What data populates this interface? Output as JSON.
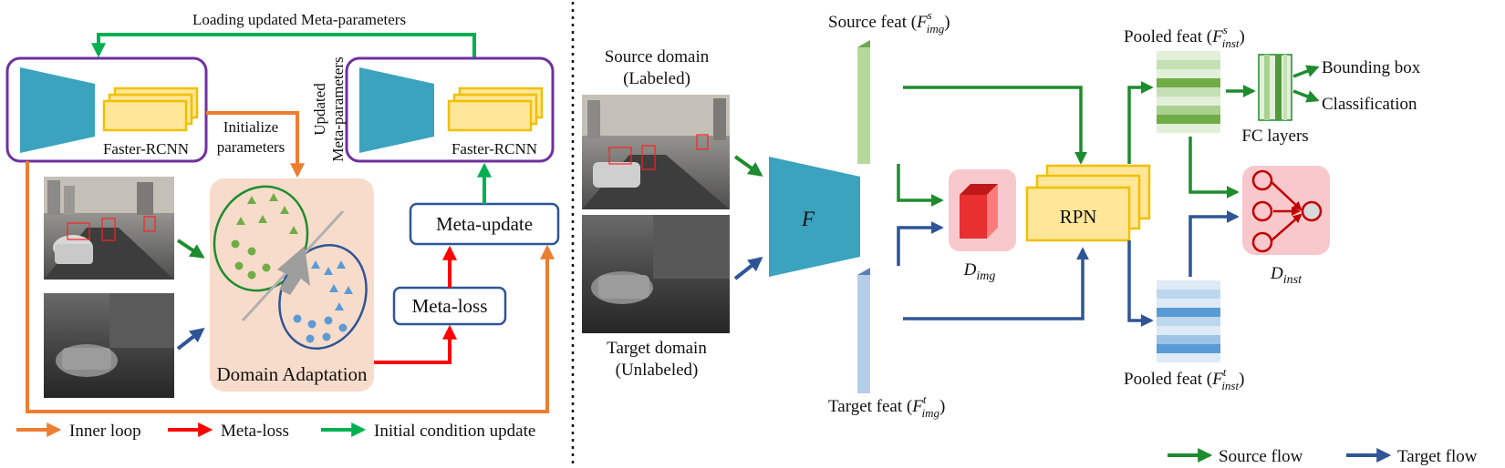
{
  "left": {
    "top_arrow_label": "Loading updated Meta-parameters",
    "frcnn_left_label": "Faster-RCNN",
    "frcnn_right_label": "Faster-RCNN",
    "initialize_line1": "Initialize",
    "initialize_line2": "parameters",
    "updated_line1": "Updated",
    "updated_line2": "Meta-parameters",
    "domain_adaptation_label": "Domain Adaptation",
    "meta_update_label": "Meta-update",
    "meta_loss_label": "Meta-loss",
    "legend": [
      {
        "label": "Inner loop",
        "color": "#ed7d31"
      },
      {
        "label": "Meta-loss",
        "color": "#ff0000"
      },
      {
        "label": "Initial condition update",
        "color": "#00b050"
      }
    ]
  },
  "right": {
    "source_domain_line1": "Source domain",
    "source_domain_line2": "(Labeled)",
    "target_domain_line1": "Target domain",
    "target_domain_line2": "(Unlabeled)",
    "backbone_label": "F",
    "source_feat_label": "Source feat (",
    "source_feat_sym": "F",
    "source_feat_sup": "s",
    "source_feat_sub": "img",
    "target_feat_label": "Target feat (",
    "target_feat_sym": "F",
    "target_feat_sup": "t",
    "target_feat_sub": "img",
    "d_img_sym": "D",
    "d_img_sub": "img",
    "rpn_label": "RPN",
    "pooled_source_label": "Pooled feat (",
    "pooled_source_sym": "F",
    "pooled_source_sup": "s",
    "pooled_source_sub": "inst",
    "pooled_target_label": "Pooled feat (",
    "pooled_target_sym": "F",
    "pooled_target_sup": "t",
    "pooled_target_sub": "inst",
    "fc_layers_label": "FC layers",
    "bounding_box_label": "Bounding box",
    "classification_label": "Classification",
    "d_inst_sym": "D",
    "d_inst_sub": "inst",
    "legend": [
      {
        "label": "Source flow",
        "color": "#1e8c2e"
      },
      {
        "label": "Target flow",
        "color": "#2f5597"
      }
    ]
  },
  "colors": {
    "purple_frame": "#7030a0",
    "teal_encoder": "#3ba3be",
    "feature_yellow": "#ffe699",
    "feature_border": "#f0c000",
    "da_background": "#f8dccb",
    "source_green": "#1e8c2e",
    "target_blue": "#2f5597",
    "discriminator_bg": "#f9c8cc",
    "red": "#ff0000",
    "orange": "#ed7d31",
    "bright_green": "#00b050"
  }
}
